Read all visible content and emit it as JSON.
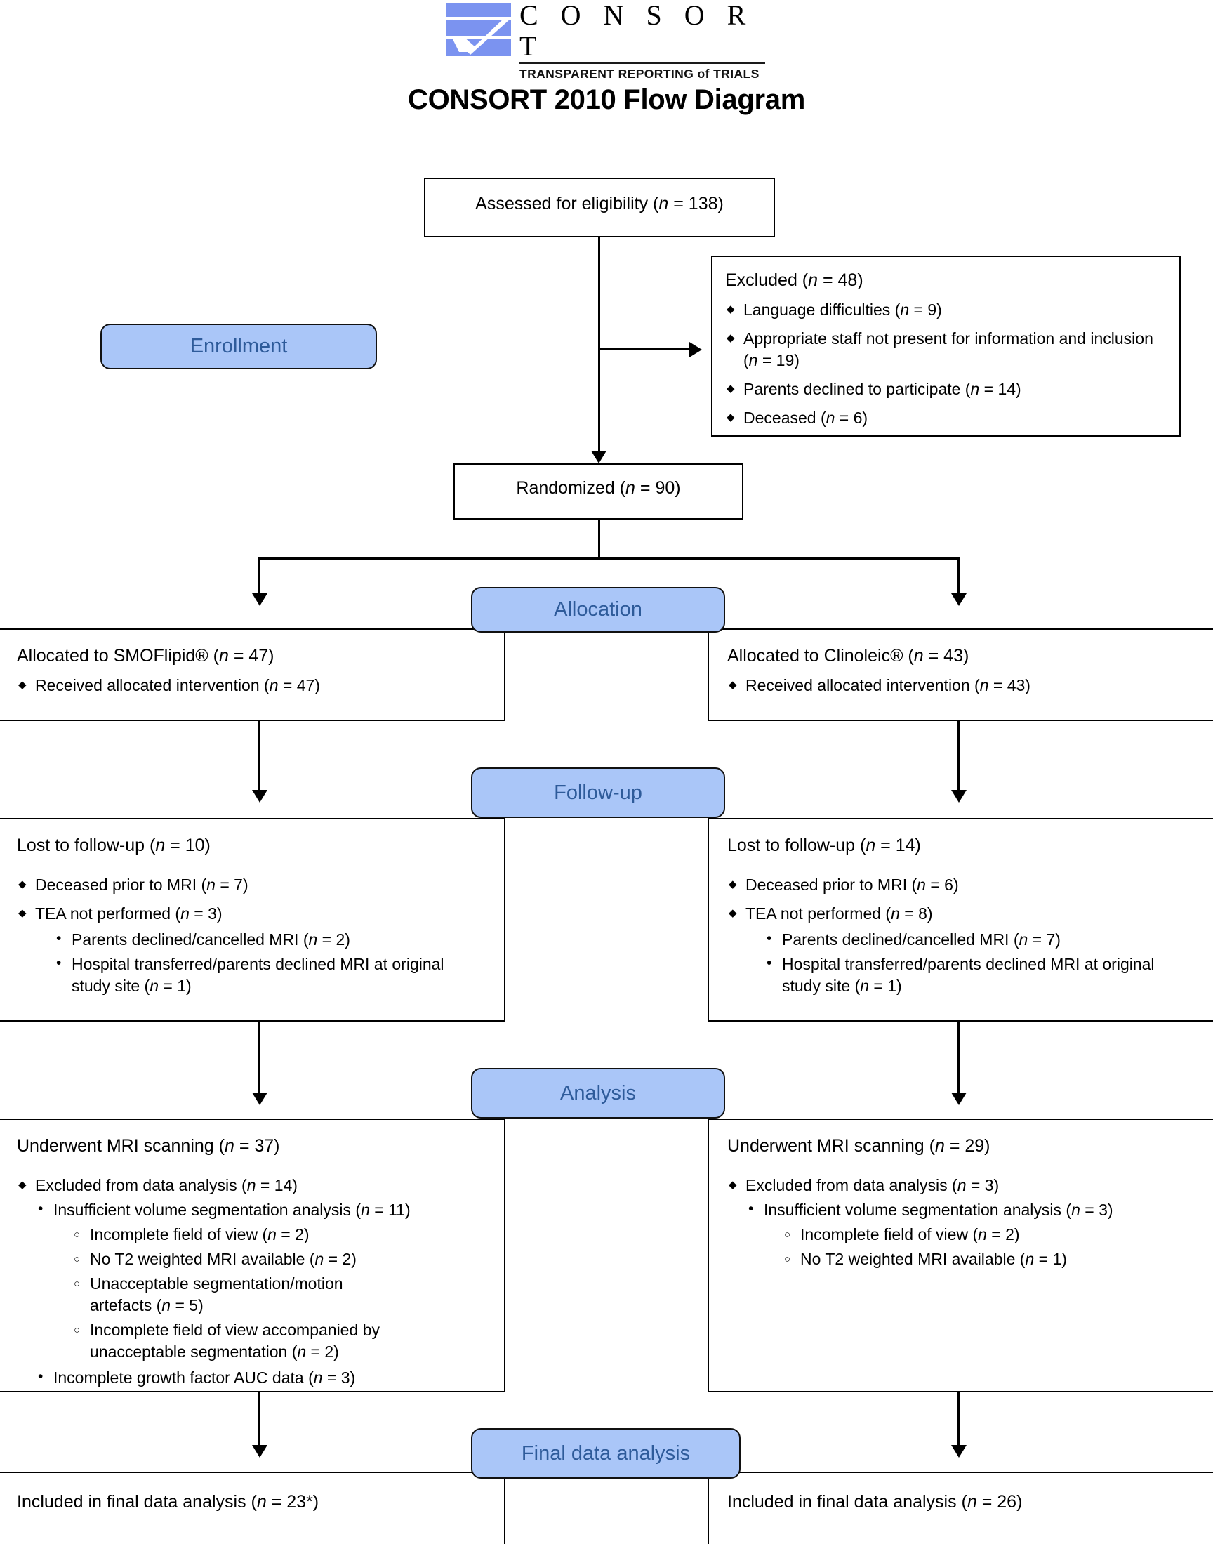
{
  "header": {
    "logo_word": "C O N S O R T",
    "logo_tagline": "TRANSPARENT REPORTING of TRIALS",
    "title": "CONSORT 2010 Flow Diagram"
  },
  "stages": {
    "enrollment": "Enrollment",
    "allocation": "Allocation",
    "followup": "Follow-up",
    "analysis": "Analysis",
    "final": "Final data analysis"
  },
  "boxes": {
    "assessed": {
      "title": "Assessed for eligibility (n = 138)"
    },
    "excluded": {
      "title": "Excluded (n = 48)",
      "items": [
        "Language difficulties (n = 9)",
        "Appropriate staff not present for information and inclusion (n = 19)",
        "Parents declined to participate (n = 14)",
        "Deceased (n = 6)"
      ]
    },
    "randomized": {
      "title": "Randomized (n = 90)"
    },
    "alloc_left": {
      "title": "Allocated to SMOFlipid® (n = 47)",
      "items": [
        "Received allocated intervention (n = 47)"
      ]
    },
    "alloc_right": {
      "title": "Allocated to Clinoleic® (n = 43)",
      "items": [
        "Received allocated intervention (n = 43)"
      ]
    },
    "follow_left": {
      "title": "Lost to follow-up (n = 10)",
      "items": [
        "Deceased prior to MRI (n = 7)",
        "TEA not performed (n = 3)"
      ],
      "subitems": [
        "Parents declined/cancelled MRI (n = 2)",
        "Hospital transferred/parents declined MRI at original study site (n = 1)"
      ]
    },
    "follow_right": {
      "title": "Lost to follow-up (n = 14)",
      "items": [
        "Deceased prior to MRI (n = 6)",
        "TEA not performed (n = 8)"
      ],
      "subitems": [
        "Parents declined/cancelled MRI (n = 7)",
        "Hospital transferred/parents declined MRI at original study site (n = 1)"
      ]
    },
    "analysis_left": {
      "title": "Underwent MRI scanning (n = 37)",
      "excluded_label": "Excluded from data analysis (n = 14)",
      "sub1": "Insufficient volume segmentation analysis (n = 11)",
      "sub1_children": [
        "Incomplete field of view (n = 2)",
        "No T2 weighted MRI available (n = 2)",
        "Unacceptable segmentation/motion artefacts (n = 5)",
        "Incomplete field of view accompanied by unacceptable segmentation (n = 2)"
      ],
      "sub2": "Incomplete growth factor AUC data (n = 3)"
    },
    "analysis_right": {
      "title": "Underwent MRI scanning (n = 29)",
      "excluded_label": "Excluded from data analysis (n = 3)",
      "sub1": "Insufficient volume segmentation analysis (n = 3)",
      "sub1_children": [
        "Incomplete field of view (n = 2)",
        "No T2 weighted MRI available (n = 1)"
      ]
    },
    "final_left": {
      "title": "Included in final data analysis (n = 23*)"
    },
    "final_right": {
      "title": "Included in final data analysis (n = 26)"
    }
  },
  "colors": {
    "pill_fill": "#aac6f8",
    "pill_text": "#2e5b9a",
    "logo_blue": "#7b93f0",
    "line": "#000000"
  }
}
